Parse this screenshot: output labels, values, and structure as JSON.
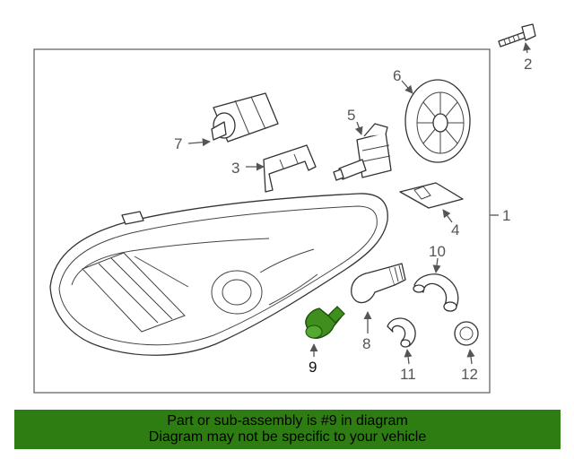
{
  "diagram": {
    "callouts": {
      "c1": "1",
      "c2": "2",
      "c3": "3",
      "c4": "4",
      "c5": "5",
      "c6": "6",
      "c7": "7",
      "c8": "8",
      "c9": "9",
      "c10": "10",
      "c11": "11",
      "c12": "12"
    },
    "highlighted_part": "9",
    "highlight_color": "#3f8f1e"
  },
  "banner": {
    "line1": "Part or sub-assembly is #9 in diagram",
    "line2": "Diagram may not be specific to your vehicle",
    "background_color": "#2e7d12"
  }
}
